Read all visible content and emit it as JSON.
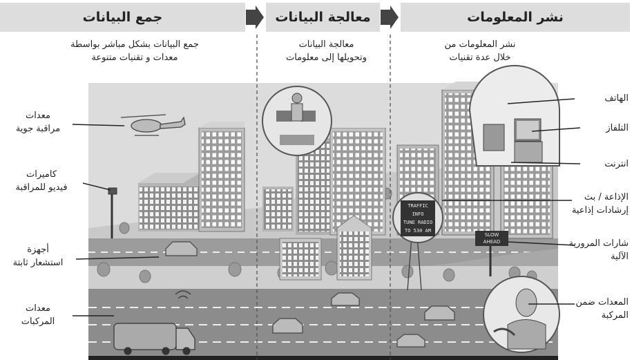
{
  "stages": [
    {
      "title": "نشر المعلومات",
      "description": [
        "نشر المعلومات من",
        "خلال عدة تقنيات"
      ]
    },
    {
      "title": "معالجة البيانات",
      "description": [
        "معالجة البيانات",
        "وتحويلها إلى معلومات"
      ]
    },
    {
      "title": "جمع البيانات",
      "description": [
        "جمع البيانات بشكل مباشر بواسطة",
        "معدات و تقنيات متنوعة"
      ]
    }
  ],
  "left_labels": [
    [
      "معدات",
      "مراقبة جوية"
    ],
    [
      "كاميرات",
      "فيديو للمراقبة"
    ],
    [
      "أجهزة",
      "استشعار ثابتة"
    ],
    [
      "معدات",
      "المركبات"
    ]
  ],
  "right_labels": [
    [
      "الهاتف"
    ],
    [
      "التلفاز"
    ],
    [
      "انترنت"
    ],
    [
      "الإذاعة / بث",
      "إرشادات إذاعية"
    ],
    [
      "شارات المرورية",
      "الآلية"
    ],
    [
      "المعدات ضمن",
      "المركبة"
    ]
  ],
  "sign_text": [
    "TRAFFIC",
    "INFO",
    "TUNE RADIO",
    "TO 530 AM"
  ],
  "street_sign_text": [
    "SLOW",
    "AHEAD"
  ]
}
